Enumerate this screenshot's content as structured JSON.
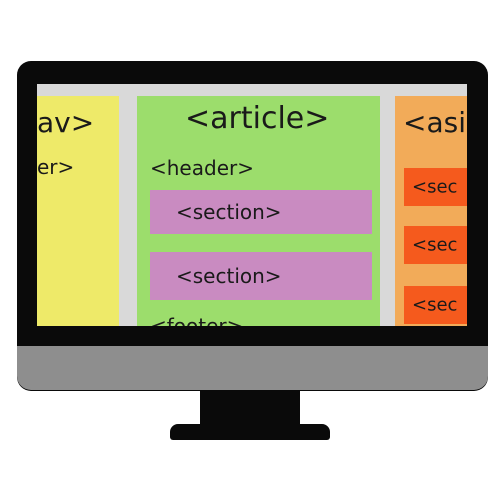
{
  "screen": {
    "nav": {
      "title": "av>",
      "sub": "er>"
    },
    "article": {
      "title": "<article>",
      "header": "<header>",
      "sections": [
        "<section>",
        "<section>"
      ],
      "footer": "<footer>"
    },
    "aside": {
      "title": "<asi",
      "sections": [
        "<sec",
        "<sec",
        "<sec"
      ]
    }
  },
  "colors": {
    "nav": "#eeea69",
    "article": "#9cdd6c",
    "section": "#c98bc1",
    "aside": "#f2ab59",
    "aside_section": "#f55a1d",
    "screen_bg": "#d9d9d9",
    "bezel": "#0a0a0a",
    "chin": "#8e8e8e"
  }
}
